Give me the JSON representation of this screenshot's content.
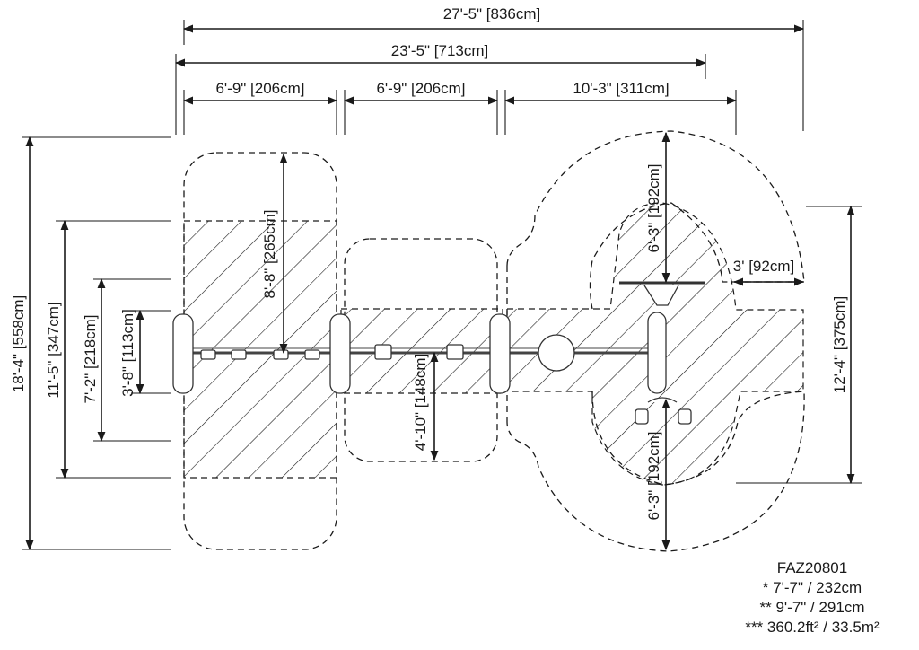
{
  "dimensions": {
    "top": [
      "27'-5\" [836cm]",
      "23'-5\" [713cm]",
      "6'-9\" [206cm]",
      "6'-9\" [206cm]",
      "10'-3\" [311cm]"
    ],
    "left": [
      "18'-4\" [558cm]",
      "11'-5\" [347cm]",
      "7'-2\" [218cm]",
      "3'-8\" [113cm]"
    ],
    "interior": [
      "8'-8\" [265cm]",
      "4'-10\" [148cm]",
      "6'-3\" [192cm]",
      "3' [92cm]",
      "6'-3\" [192cm]"
    ],
    "right": "12'-4\" [375cm]"
  },
  "info": {
    "code": "FAZ20801",
    "note1": "* 7'-7\" / 232cm",
    "note2": "** 9'-7\" / 291cm",
    "note3": "*** 360.2ft² / 33.5m²"
  },
  "colors": {
    "line": "#1a1a1a",
    "background": "#ffffff"
  }
}
